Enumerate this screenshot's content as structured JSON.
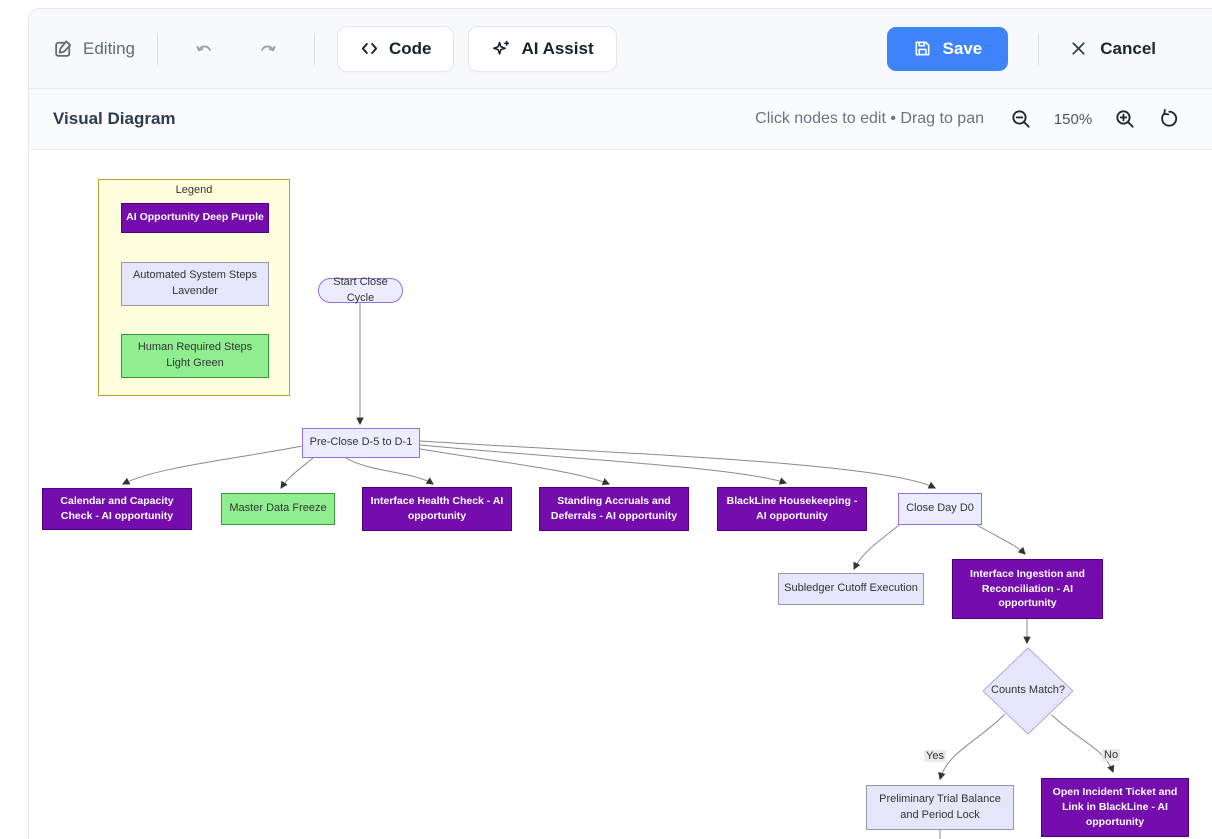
{
  "toolbar": {
    "mode_label": "Editing",
    "code_label": "Code",
    "ai_assist_label": "AI Assist",
    "save_label": "Save",
    "cancel_label": "Cancel"
  },
  "diagram_header": {
    "title": "Visual Diagram",
    "hint": "Click nodes to edit • Drag to pan",
    "zoom_level": "150%"
  },
  "colors": {
    "ai_deep_purple": "#750DAE",
    "purple_border": "#4B0082",
    "lavender": "#E6E6FA",
    "light_green": "#90EE90",
    "default_node": "#ECECFF",
    "default_node_border": "#9370DB",
    "legend_bg": "#FFFFDE",
    "legend_border": "#AAAA33",
    "save_button_blue": "#3F83F8",
    "edge_gray": "#8A8A8A"
  },
  "legend": {
    "title": "Legend",
    "items": [
      {
        "label": "AI Opportunity Deep Purple",
        "style": "purple"
      },
      {
        "label": "Automated System Steps\nLavender",
        "style": "lavender"
      },
      {
        "label": "Human Required Steps\nLight Green",
        "style": "green"
      }
    ]
  },
  "canvas": {
    "nodes": [
      {
        "id": "start",
        "label": "Start Close Cycle"
      },
      {
        "id": "preclose",
        "label": "Pre-Close D-5 to D-1"
      },
      {
        "id": "calendar",
        "label": "Calendar and Capacity Check - AI opportunity"
      },
      {
        "id": "master-freeze",
        "label": "Master Data Freeze"
      },
      {
        "id": "interface-health",
        "label": "Interface Health Check - AI opportunity"
      },
      {
        "id": "standing-accruals",
        "label": "Standing Accruals and Deferrals - AI opportunity"
      },
      {
        "id": "blackline-housekeeping",
        "label": "BlackLine Housekeeping - AI opportunity"
      },
      {
        "id": "close-day",
        "label": "Close Day D0"
      },
      {
        "id": "subledger-cutoff",
        "label": "Subledger Cutoff Execution"
      },
      {
        "id": "interface-ingestion",
        "label": "Interface Ingestion and Reconciliation - AI opportunity"
      },
      {
        "id": "counts-match",
        "label": "Counts Match?"
      },
      {
        "id": "preliminary-tb",
        "label": "Preliminary Trial Balance and Period Lock"
      },
      {
        "id": "open-incident",
        "label": "Open Incident Ticket and Link in BlackLine - AI opportunity"
      }
    ],
    "edge_labels": {
      "yes": "Yes",
      "no": "No"
    }
  }
}
